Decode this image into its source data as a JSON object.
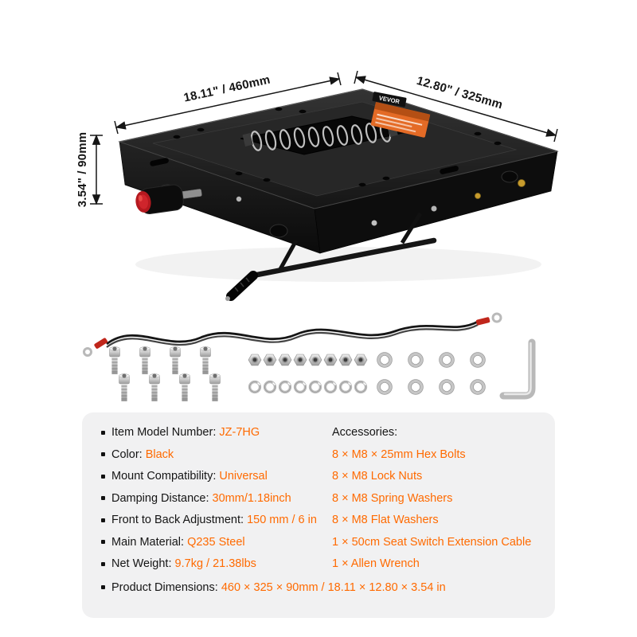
{
  "annotations": {
    "width": "18.11\" / 460mm",
    "depth": "12.80\" / 325mm",
    "height": "3.54\" / 90mm"
  },
  "brand": {
    "name": "VEVOR"
  },
  "colors": {
    "accent": "#ff6a00",
    "panel_bg": "#f1f1f2",
    "product": "#1a1a1a"
  },
  "spec_panel": {
    "items": [
      {
        "label": "Item Model Number: ",
        "value": "JZ-7HG"
      },
      {
        "label": "Color: ",
        "value": "Black"
      },
      {
        "label": "Mount Compatibility: ",
        "value": "Universal"
      },
      {
        "label": "Damping Distance: ",
        "value": "30mm/1.18inch"
      },
      {
        "label": "Front to Back Adjustment: ",
        "value": "150 mm / 6 in"
      },
      {
        "label": "Main Material: ",
        "value": "Q235 Steel"
      },
      {
        "label": "Net Weight: ",
        "value": "9.7kg / 21.38lbs"
      }
    ],
    "product_dimensions": {
      "label": "Product Dimensions: ",
      "value": "460 × 325 × 90mm / 18.11 × 12.80 × 3.54 in"
    },
    "accessories": {
      "title": "Accessories:",
      "items": [
        "8 × M8 × 25mm Hex Bolts",
        "8 × M8 Lock Nuts",
        "8 × M8 Spring Washers",
        "8 × M8 Flat Washers",
        "1 × 50cm Seat Switch Extension Cable",
        "1 × Allen Wrench"
      ]
    }
  }
}
